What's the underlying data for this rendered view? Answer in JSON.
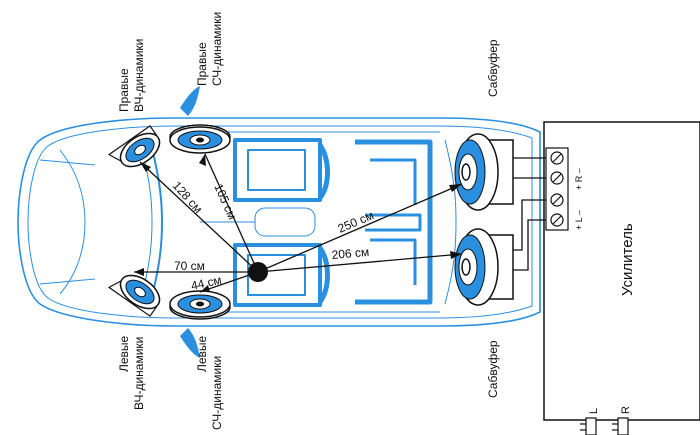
{
  "labels": {
    "right_tweeter_1": "Правые",
    "right_tweeter_2": "ВЧ-динамики",
    "right_mid_1": "Правые",
    "right_mid_2": "СЧ-динамики",
    "left_tweeter_1": "Левые",
    "left_tweeter_2": "ВЧ-динамики",
    "left_mid_1": "Левые",
    "left_mid_2": "СЧ-динамики",
    "sub_top": "Сабвуфер",
    "sub_bottom": "Сабвуфер"
  },
  "distances": {
    "d128": "128 см",
    "d105": "105 см",
    "d250": "250 см",
    "d206": "206 см",
    "d70": "70 см",
    "d44": "44 см"
  },
  "amplifier": {
    "title": "Усилитель",
    "terminals_right": "+ R –",
    "terminals_left": "+ L –",
    "input_l": "L",
    "input_r": "R"
  },
  "colors": {
    "car_blue": "#2b8fe0",
    "car_outline": "#1f7fd6",
    "line": "#111111"
  }
}
